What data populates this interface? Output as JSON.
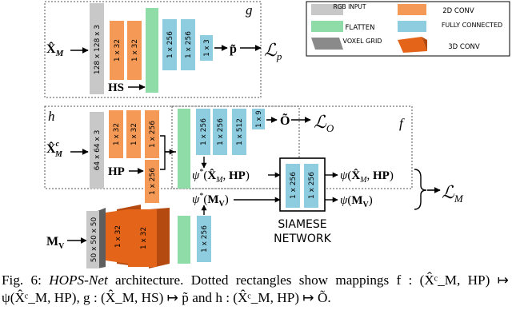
{
  "colors": {
    "input": "#c8c8c8",
    "flatten": "#8fdca8",
    "conv2d": "#f59a56",
    "conv2d_border": "#e07b35",
    "fc": "#8ecde0",
    "voxel": "#8a8a8a",
    "conv3d": "#e4651a",
    "conv3d_dark": "#b44a10"
  },
  "legend": {
    "rgb_input": "RGB INPUT",
    "flatten": "FLATTEN",
    "voxel_grid": "VOXEL GRID",
    "conv2d": "2D CONV",
    "fc": "FULLY CONNECTED",
    "conv3d": "3D CONV"
  },
  "box_labels": {
    "g": "g",
    "h": "h",
    "f": "f"
  },
  "top": {
    "input": "X̂_M",
    "input_block": "128 x 128 x 3",
    "conv": [
      "1 x 32",
      "1 x 32"
    ],
    "fc": [
      "1 x 256",
      "1 x 256",
      "1 x 3"
    ],
    "aux_input": "HS",
    "output": "p̃",
    "loss": "L_p"
  },
  "middle": {
    "input": "X̂ᶜ_M",
    "input_block": "64 x 64 x 3",
    "conv": [
      "1 x 32",
      "1 x 32",
      "1 x 256"
    ],
    "aux_input": "HP",
    "hp_block": "1 x 256",
    "fc": [
      "1 x 256",
      "1 x 256",
      "1 x 512",
      "1 x 9"
    ],
    "output": "Õ",
    "loss": "L_O",
    "psi_top": "ψ*(X̂_M, HP)",
    "psi_bottom": "ψ*(M_V)"
  },
  "siamese": {
    "blocks": [
      "1 x 256",
      "1 x 256"
    ],
    "label": "SIAMESE NETWORK",
    "out_top": "ψ(X̂_M, HP)",
    "out_bottom": "ψ(M_V)",
    "loss": "L_M"
  },
  "bottom": {
    "input": "M_V",
    "voxel_block": "50 x 50 x 50",
    "conv3d": [
      "1 x 32",
      "1 x 32"
    ],
    "fc": "1 x 256"
  },
  "caption": {
    "label": "Fig. 6:",
    "title": "HOPS-Net",
    "text": "architecture. Dotted rectangles show mappings f : (X̂ᶜ_M, HP) ↦ ψ(X̂ᶜ_M, HP), g : (X̂_M, HS) ↦ p̃ and h : (X̂ᶜ_M, HP) ↦ Õ."
  }
}
